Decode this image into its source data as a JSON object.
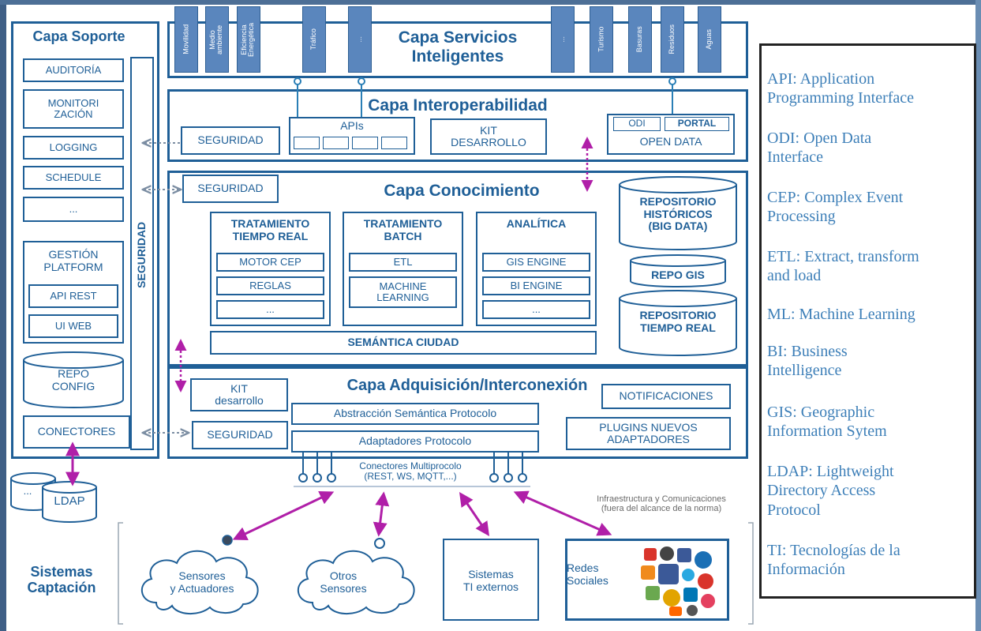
{
  "colors": {
    "primary": "#1f5f97",
    "service_tile": "#5a86bd",
    "arrow": "#b01fa8",
    "legend_text": "#3d7fb8"
  },
  "services_left": [
    "Movilidad",
    "Medio\nambiente",
    "Eficiencia\nEnergética",
    "Tráfico",
    "..."
  ],
  "services_right": [
    "...",
    "Turismo",
    "Basuras",
    "Residuos",
    "Aguas"
  ],
  "capa_servicios": {
    "title": "Capa Servicios\nInteligentes"
  },
  "capa_soporte": {
    "title": "Capa Soporte",
    "items": [
      "AUDITORÍA",
      "MONITORI\nZACIÓN",
      "LOGGING",
      "SCHEDULE",
      "..."
    ],
    "gestion": "GESTIÓN\nPLATFORM",
    "api_rest": "API REST",
    "ui_web": "UI WEB",
    "repo_config": "REPO\nCONFIG",
    "conectores": "CONECTORES",
    "seguridad_vertical": "SEGURIDAD",
    "ldap": "LDAP",
    "ldap_dots": "..."
  },
  "capa_interoperabilidad": {
    "title": "Capa Interoperabilidad",
    "seguridad": "SEGURIDAD",
    "apis": "APIs",
    "kit": "KIT\nDESARROLLO",
    "odi": "ODI",
    "portal": "PORTAL",
    "open_data": "OPEN DATA"
  },
  "capa_conocimiento": {
    "title": "Capa Conocimiento",
    "seguridad": "SEGURIDAD",
    "tiempo_real": {
      "title": "TRATAMIENTO\nTIEMPO REAL",
      "items": [
        "MOTOR CEP",
        "REGLAS",
        "..."
      ]
    },
    "batch": {
      "title": "TRATAMIENTO\nBATCH",
      "items": [
        "ETL",
        "MACHINE\nLEARNING"
      ]
    },
    "analitica": {
      "title": "ANALÍTICA",
      "items": [
        "GIS ENGINE",
        "BI ENGINE",
        "..."
      ]
    },
    "semantica": "SEMÁNTICA CIUDAD",
    "repo_historicos": "REPOSITORIO\nHISTÓRICOS\n(BIG DATA)",
    "repo_gis": "REPO GIS",
    "repo_tiempo_real": "REPOSITORIO\nTIEMPO REAL"
  },
  "capa_adquisicion": {
    "title": "Capa Adquisición/Interconexión",
    "kit": "KIT\ndesarrollo",
    "seguridad": "SEGURIDAD",
    "abstraccion": "Abstracción Semántica Protocolo",
    "adaptadores": "Adaptadores Protocolo",
    "notificaciones": "NOTIFICACIONES",
    "plugins": "PLUGINS NUEVOS\nADAPTADORES"
  },
  "conectores_multiprotocolo": "Conectores Multiprocolo\n(REST, WS, MQTT,...)",
  "infraestructura_note": "Infraestructura y Comunicaciones\n(fuera del alcance de la norma)",
  "sistemas": {
    "title": "Sistemas\nCaptación",
    "sensores": "Sensores\ny Actuadores",
    "otros": "Otros\nSensores",
    "ti_externos": "Sistemas\nTI externos",
    "redes": "Redes\nSociales"
  },
  "legend": [
    "API: Application\nProgramming Interface",
    "ODI: Open Data\nInterface",
    "CEP: Complex Event\nProcessing",
    "ETL: Extract, transform\nand load",
    "ML: Machine Learning",
    "BI: Business\nIntelligence",
    "GIS: Geographic\nInformation Sytem",
    "LDAP: Lightweight\nDirectory Access\nProtocol",
    "TI: Tecnologías de la\nInformación"
  ]
}
